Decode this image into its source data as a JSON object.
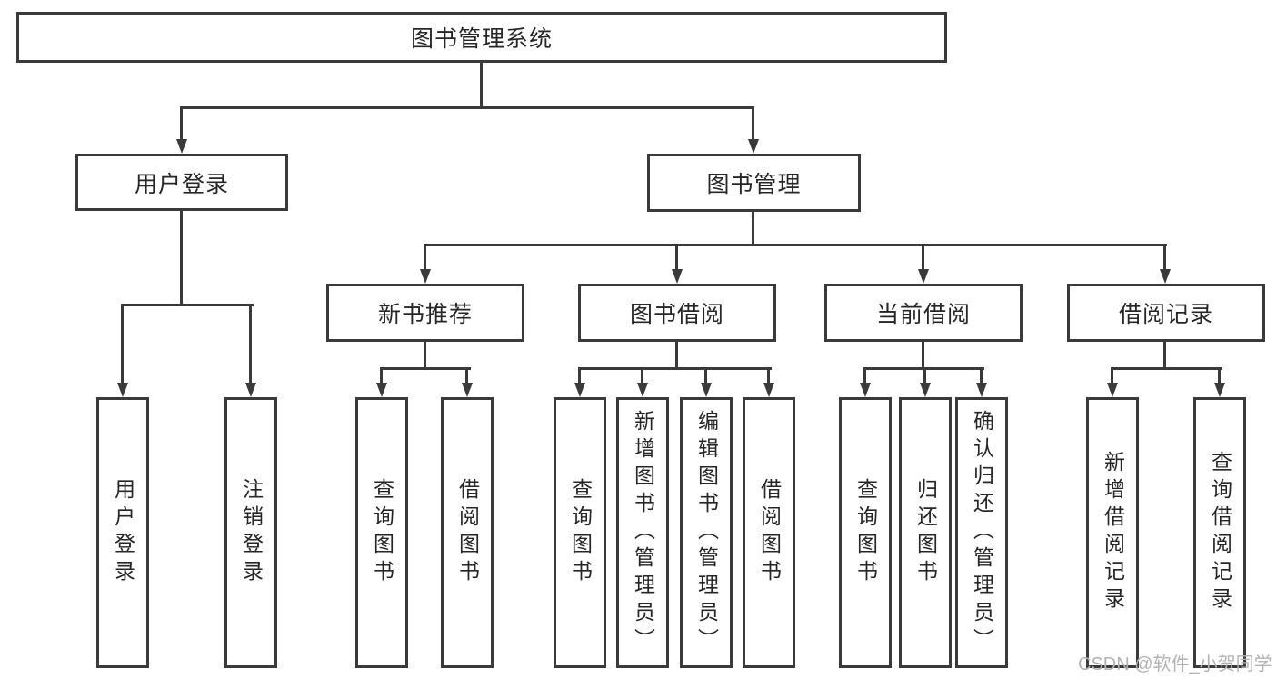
{
  "nodes": {
    "root": "图书管理系统",
    "user_login": "用户登录",
    "book_mgmt": "图书管理",
    "new_book_rec": "新书推荐",
    "book_borrow": "图书借阅",
    "current_borrow": "当前借阅",
    "borrow_record": "借阅记录",
    "login": "用户登录",
    "logout": "注销登录",
    "rec_query_book": "查询图书",
    "rec_borrow_book": "借阅图书",
    "bb_query_book": "查询图书",
    "bb_add_book": "新增图书（管理员）",
    "bb_edit_book": "编辑图书（管理员）",
    "bb_borrow_book": "借阅图书",
    "cb_query_book": "查询图书",
    "cb_return_book": "归还图书",
    "cb_confirm_return": "确认归还（管理员）",
    "br_add_record": "新增借阅记录",
    "br_query_record": "查询借阅记录"
  },
  "watermark": "CSDN @软件_小贺同学",
  "colors": {
    "line": "#3a3a3a",
    "text": "#262626",
    "watermark": "#b3b3b3",
    "background": "#ffffff"
  }
}
